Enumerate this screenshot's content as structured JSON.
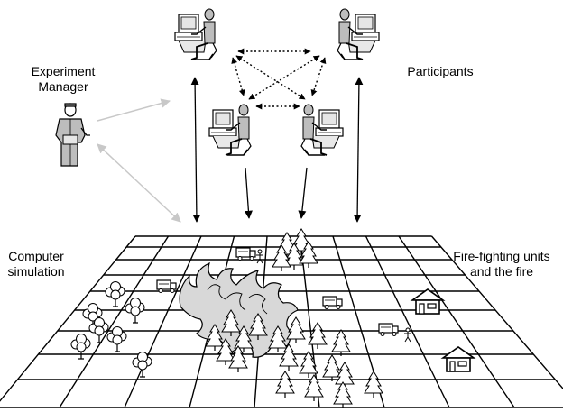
{
  "labels": {
    "experiment_manager": [
      "Experiment",
      "Manager"
    ],
    "participants": "Participants",
    "computer_simulation": [
      "Computer",
      "simulation"
    ],
    "fire_units": [
      "Fire-fighting units",
      "and the fire"
    ]
  },
  "icons": {
    "manager": "person-standing-icon",
    "participant": "person-at-computer-icon",
    "fire": "fire-icon",
    "tree": "tree-icon",
    "fire_truck": "fire-truck-icon",
    "house": "house-icon",
    "firefighter": "firefighter-icon"
  },
  "colors": {
    "line": "#000000",
    "manager_link": "#c8c8c8",
    "fire_fill": "#d8d8d8",
    "figure_fill": "#bdbdbd"
  }
}
